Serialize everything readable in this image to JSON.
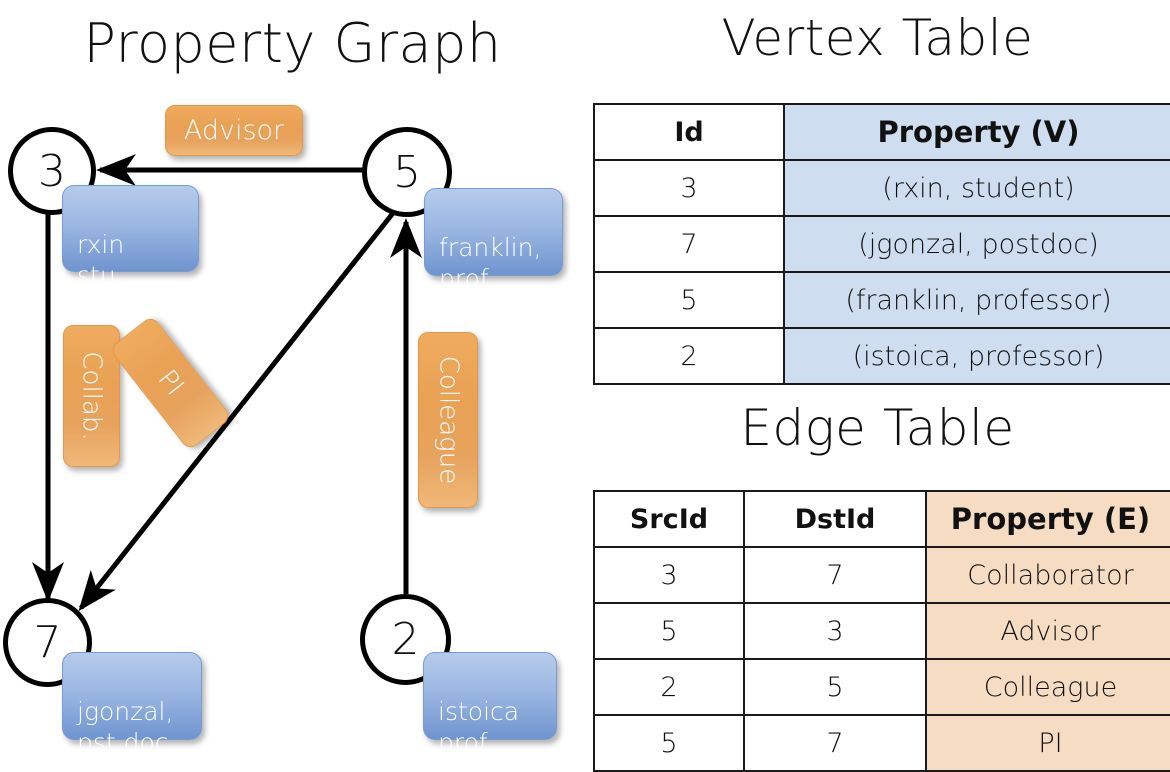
{
  "titles": {
    "property_graph": "Property Graph",
    "vertex_table": "Vertex Table",
    "edge_table": "Edge Table"
  },
  "graph": {
    "vertices": [
      {
        "id": "3",
        "property_line1": "rxin",
        "property_line2": "stu."
      },
      {
        "id": "5",
        "property_line1": "franklin,",
        "property_line2": "prof."
      },
      {
        "id": "7",
        "property_line1": "jgonzal,",
        "property_line2": "pst.doc."
      },
      {
        "id": "2",
        "property_line1": "istoica",
        "property_line2": "prof."
      }
    ],
    "edge_labels": [
      {
        "text": "Advisor"
      },
      {
        "text": "Collab."
      },
      {
        "text": "PI"
      },
      {
        "text": "Colleague"
      }
    ]
  },
  "vertex_table": {
    "headers": [
      "Id",
      "Property (V)"
    ],
    "rows": [
      {
        "id": "3",
        "property": "(rxin, student)"
      },
      {
        "id": "7",
        "property": "(jgonzal, postdoc)"
      },
      {
        "id": "5",
        "property": "(franklin, professor)"
      },
      {
        "id": "2",
        "property": "(istoica, professor)"
      }
    ]
  },
  "edge_table": {
    "headers": [
      "SrcId",
      "DstId",
      "Property (E)"
    ],
    "rows": [
      {
        "src": "3",
        "dst": "7",
        "property": "Collaborator"
      },
      {
        "src": "5",
        "dst": "3",
        "property": "Advisor"
      },
      {
        "src": "2",
        "dst": "5",
        "property": "Colleague"
      },
      {
        "src": "5",
        "dst": "7",
        "property": "PI"
      }
    ]
  },
  "colors": {
    "vertex_property_blue": "#9cb8e3",
    "edge_label_orange": "#e9a154",
    "vertex_table_cell": "#cfddf0",
    "edge_table_cell": "#f6dcc2",
    "stroke": "#000000"
  }
}
